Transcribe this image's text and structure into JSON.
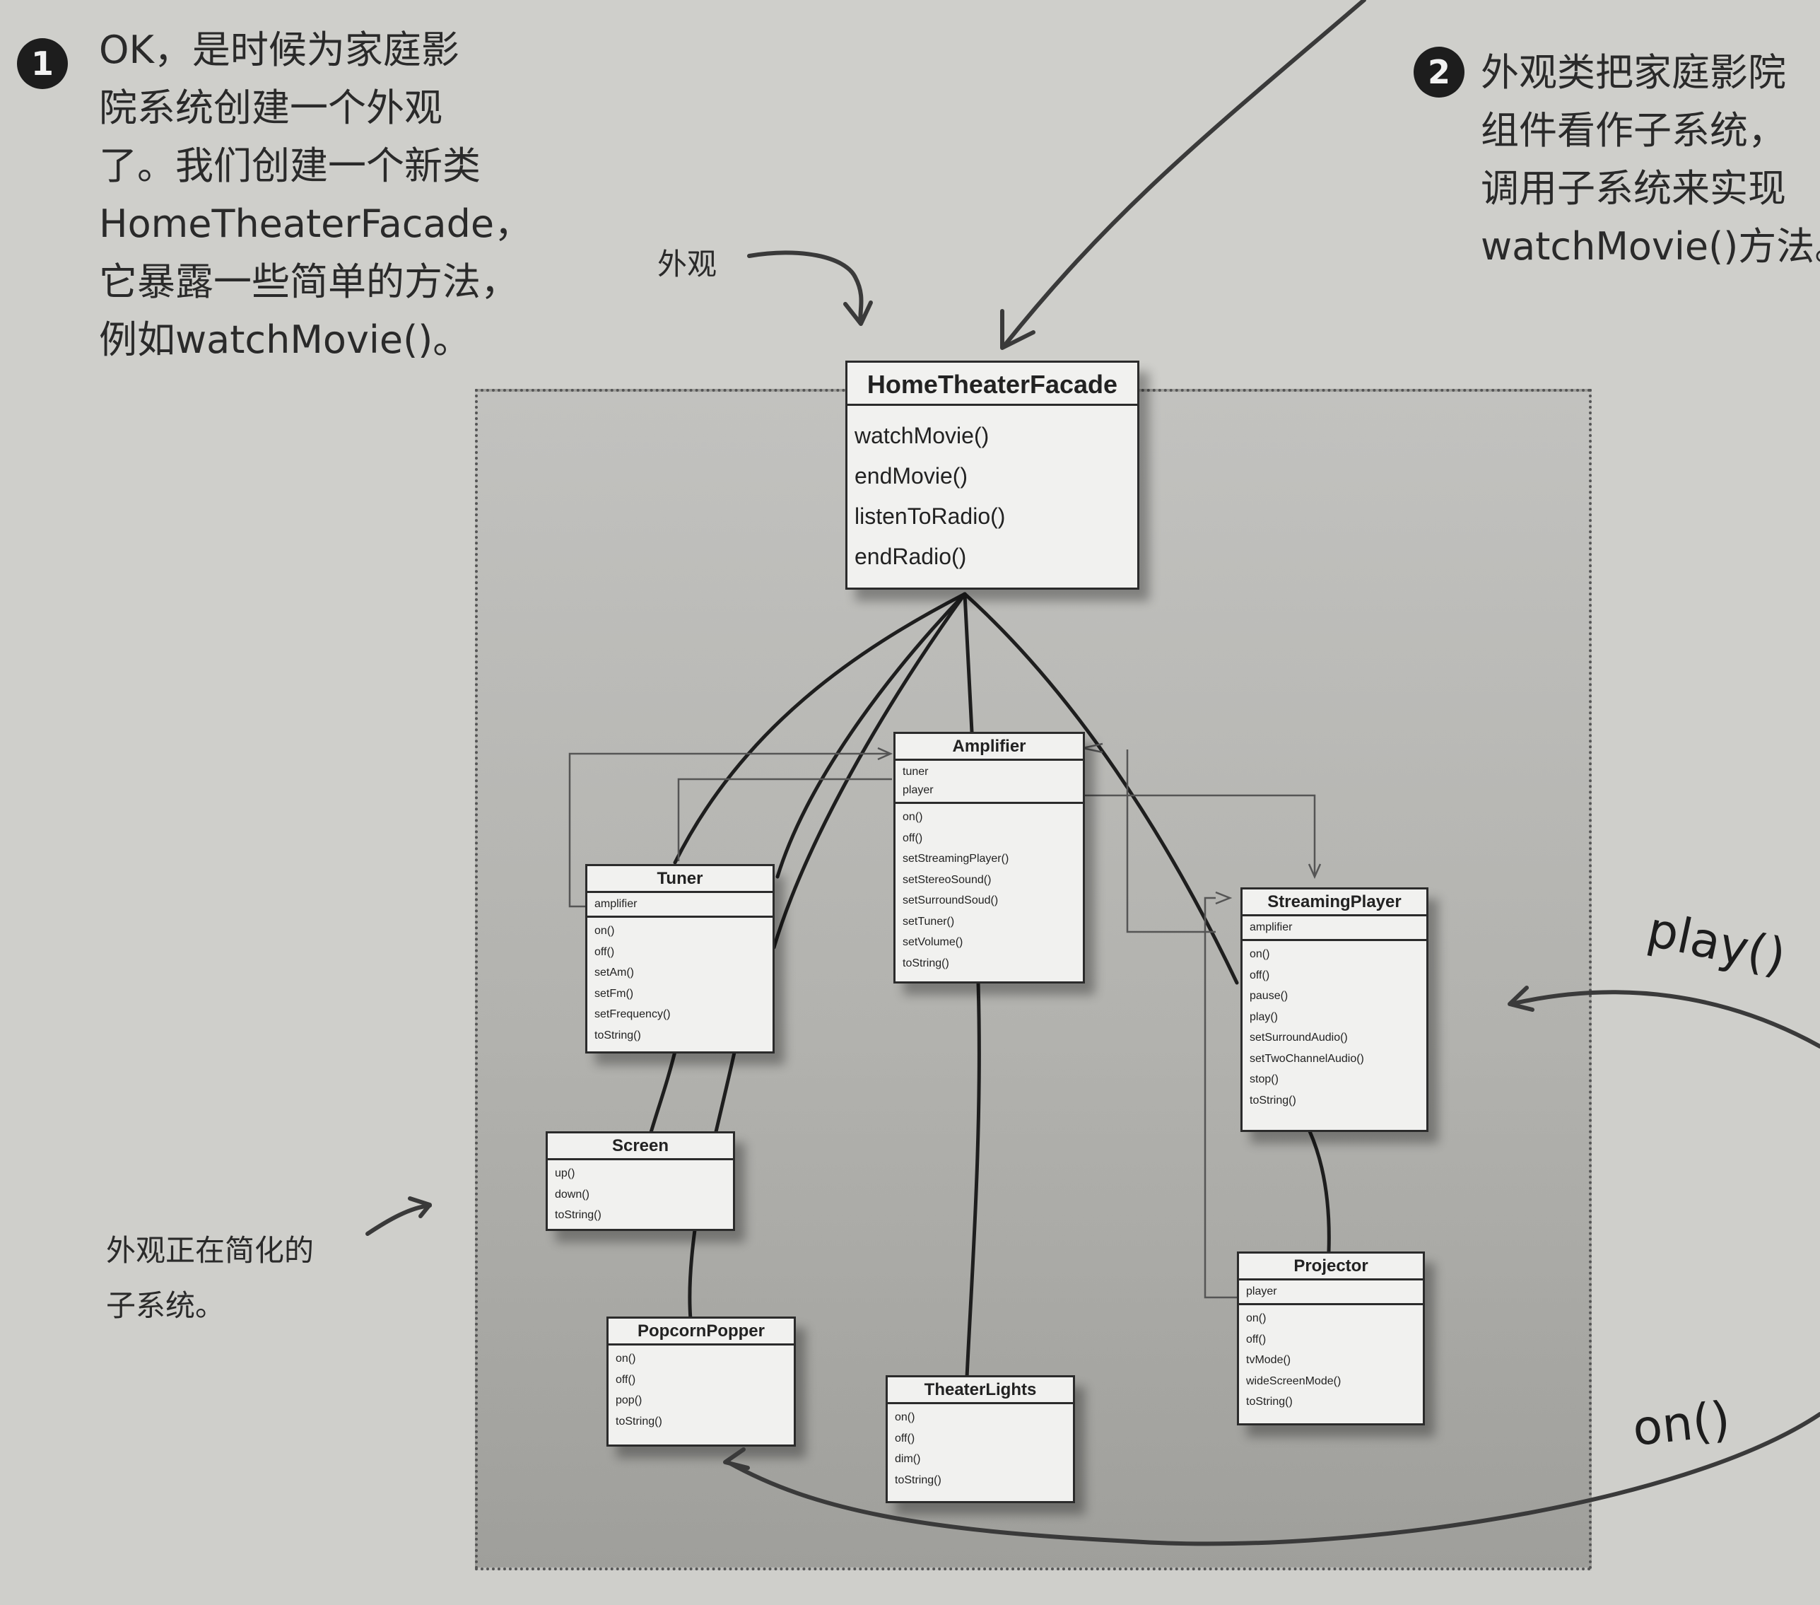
{
  "notes": {
    "note1": {
      "number": "1",
      "lines": [
        "OK，是时候为家庭影",
        "院系统创建一个外观",
        "了。我们创建一个新类",
        "HomeTheaterFacade，",
        "它暴露一些简单的方法，",
        "例如watchMovie()。"
      ]
    },
    "note2": {
      "number": "2",
      "lines": [
        "外观类把家庭影院",
        "组件看作子系统，",
        "调用子系统来实现",
        "watchMovie()方法。"
      ]
    },
    "facade_label": "外观",
    "subsystem_label": [
      "外观正在简化的",
      "子系统。"
    ],
    "call_labels": {
      "play": "play()",
      "on": "on()"
    }
  },
  "classes": {
    "facade": {
      "name": "HomeTheaterFacade",
      "methods": [
        "watchMovie()",
        "endMovie()",
        "listenToRadio()",
        "endRadio()"
      ]
    },
    "amplifier": {
      "name": "Amplifier",
      "attributes": [
        "tuner",
        "player"
      ],
      "methods": [
        "on()",
        "off()",
        "setStreamingPlayer()",
        "setStereoSound()",
        "setSurroundSoud()",
        "setTuner()",
        "setVolume()",
        "toString()"
      ]
    },
    "tuner": {
      "name": "Tuner",
      "attributes": [
        "amplifier"
      ],
      "methods": [
        "on()",
        "off()",
        "setAm()",
        "setFm()",
        "setFrequency()",
        "toString()"
      ]
    },
    "streaming_player": {
      "name": "StreamingPlayer",
      "attributes": [
        "amplifier"
      ],
      "methods": [
        "on()",
        "off()",
        "pause()",
        "play()",
        "setSurroundAudio()",
        "setTwoChannelAudio()",
        "stop()",
        "toString()"
      ]
    },
    "screen": {
      "name": "Screen",
      "methods": [
        "up()",
        "down()",
        "toString()"
      ]
    },
    "projector": {
      "name": "Projector",
      "attributes": [
        "player"
      ],
      "methods": [
        "on()",
        "off()",
        "tvMode()",
        "wideScreenMode()",
        "toString()"
      ]
    },
    "popcorn_popper": {
      "name": "PopcornPopper",
      "methods": [
        "on()",
        "off()",
        "pop()",
        "toString()"
      ]
    },
    "theater_lights": {
      "name": "TheaterLights",
      "methods": [
        "on()",
        "off()",
        "dim()",
        "toString()"
      ]
    }
  }
}
